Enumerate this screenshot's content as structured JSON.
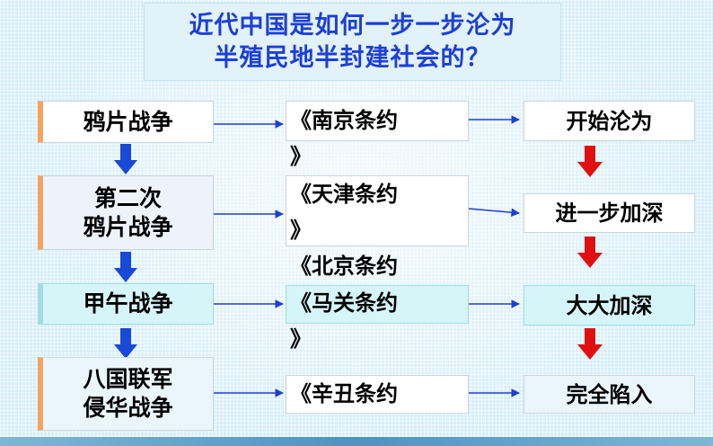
{
  "title": {
    "line1": "近代中国是如何一步一步沦为",
    "line2": "半殖民地半封建社会的？"
  },
  "wars": [
    {
      "label": "鸦片战争"
    },
    {
      "label": "第二次\n鸦片战争"
    },
    {
      "label": "甲午战争"
    },
    {
      "label": "八国联军\n侵华战争"
    }
  ],
  "treaties": [
    {
      "label": "《南京条约\n》"
    },
    {
      "label": "《天津条约\n》\n《北京条约"
    },
    {
      "label": "《马关条约\n》"
    },
    {
      "label": "《辛丑条约"
    }
  ],
  "results": [
    {
      "label": "开始沦为"
    },
    {
      "label": "进一步加深"
    },
    {
      "label": "大大加深"
    },
    {
      "label": "完全陷入"
    }
  ],
  "colors": {
    "title": "#1d3fd8",
    "horizontal_arrow": "#1f3fd0",
    "war_down_arrow": "#1a49d8",
    "result_down_arrow": "#e01010"
  }
}
